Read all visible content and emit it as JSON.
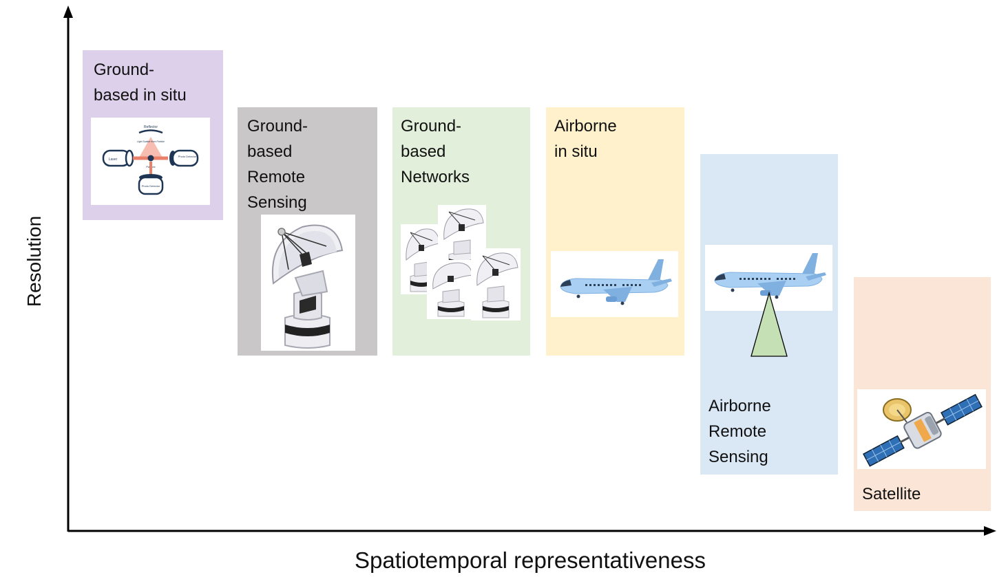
{
  "axes": {
    "y_label": "Resolution",
    "x_label": "Spatiotemporal representativeness"
  },
  "panels": [
    {
      "label": "Ground-\nbased in situ",
      "color": "#ddd0ea",
      "icon": "particle-counter-schematic-icon",
      "schematic_text": {
        "reflector": "Reflector",
        "laser": "Laser",
        "scatter": "Light Scatter from Particle",
        "particle": "Particle",
        "detector_right": "Photo Detector",
        "detector_bottom": "Photo Detector"
      }
    },
    {
      "label": "Ground-\nbased\nRemote\nSensing",
      "color": "#c9c7c8",
      "icon": "radar-dish-icon"
    },
    {
      "label": "Ground-\nbased\nNetworks",
      "color": "#e2efda",
      "icon": "radar-dish-network-icon"
    },
    {
      "label": "Airborne\nin situ",
      "color": "#fff1cc",
      "icon": "airplane-icon"
    },
    {
      "label": "Airborne\nRemote\nSensing",
      "color": "#dae7f5",
      "icon": "airplane-with-sensor-beam-icon"
    },
    {
      "label": "Satellite",
      "color": "#fbe5d6",
      "icon": "satellite-icon"
    }
  ]
}
